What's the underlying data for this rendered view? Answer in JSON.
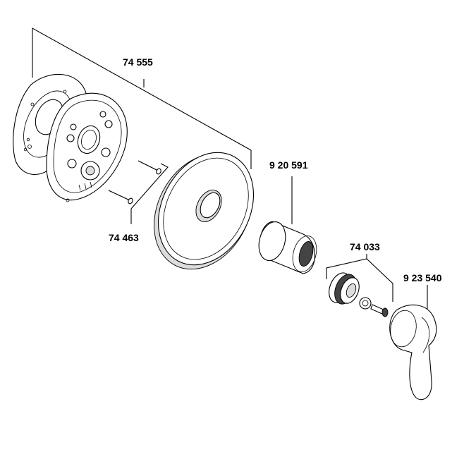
{
  "diagram": {
    "labels": {
      "backplate_set": "74 555",
      "screws": "74 463",
      "sleeve": "9 20 591",
      "cartridge_set": "74 033",
      "handle": "9 23 540"
    }
  }
}
